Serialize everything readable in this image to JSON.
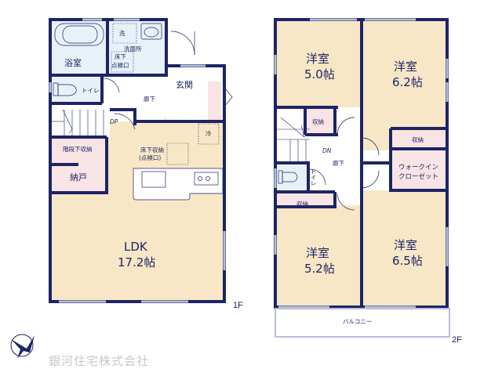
{
  "floor1": {
    "label": "1F",
    "rooms": {
      "bath": "浴室",
      "wash": "洗",
      "washroom": "洗面所",
      "floor_hatch_1": "床下",
      "floor_hatch_2": "点検口",
      "toilet": "トイレ",
      "hall": "廊下",
      "entrance": "玄関",
      "dp": "DP",
      "fridge": "冷",
      "under_stairs": "階段下収納",
      "closet": "納戸",
      "underfloor_storage_1": "床下収納",
      "underfloor_storage_2": "(点検口)",
      "ldk_name": "LDK",
      "ldk_size": "17.2帖"
    }
  },
  "floor2": {
    "label": "2F",
    "rooms": {
      "western1_name": "洋室",
      "western1_size": "5.0帖",
      "western2_name": "洋室",
      "western2_size": "6.2帖",
      "western3_name": "洋室",
      "western3_size": "5.2帖",
      "western4_name": "洋室",
      "western4_size": "6.5帖",
      "storage_a": "収納",
      "storage_b": "収納",
      "storage_c": "収納",
      "dn": "DN",
      "hall": "廊下",
      "toilet": "トイレ",
      "wic_1": "ウォークイン",
      "wic_2": "クローゼット",
      "balcony": "バルコニー"
    }
  },
  "footer": {
    "company": "銀河住宅株式会社",
    "logo": "bird-logo-icon"
  },
  "colors": {
    "wall": "#1d2466",
    "living": "#f8e7c6",
    "wet": "#e8f1f8",
    "storage": "#f8e4e4",
    "window": "#b8bfd6"
  }
}
